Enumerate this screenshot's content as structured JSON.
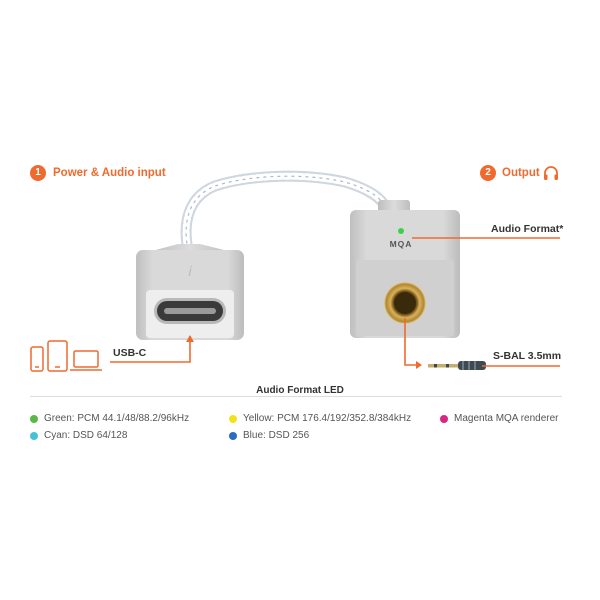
{
  "steps": [
    {
      "number": "1",
      "title": "Power & Audio input"
    },
    {
      "number": "2",
      "title": "Output"
    }
  ],
  "labels": {
    "audio_format": "Audio Format*",
    "mqa": "MQA",
    "usb_c": "USB-C",
    "s_bal": "S-BAL 3.5mm",
    "brand_mark": "i"
  },
  "legend": {
    "title": "Audio Format  LED",
    "items": [
      {
        "text": "Green: PCM 44.1/48/88.2/96kHz",
        "color": "#5ab946"
      },
      {
        "text": "Yellow: PCM 176.4/192/352.8/384kHz",
        "color": "#f2e21b"
      },
      {
        "text": "Magenta MQA renderer",
        "color": "#d9257f"
      },
      {
        "text": "Cyan: DSD 64/128",
        "color": "#45c1d6"
      },
      {
        "text": "Blue: DSD 256",
        "color": "#2c6bc1"
      }
    ]
  },
  "colors": {
    "accent": "#ef6a2f",
    "device_body": "#d4d4d4",
    "led": "#3fd04a",
    "jack_gold": "#c9a24a"
  },
  "icons": [
    "phone-icon",
    "tablet-icon",
    "laptop-icon",
    "headphones-icon"
  ]
}
